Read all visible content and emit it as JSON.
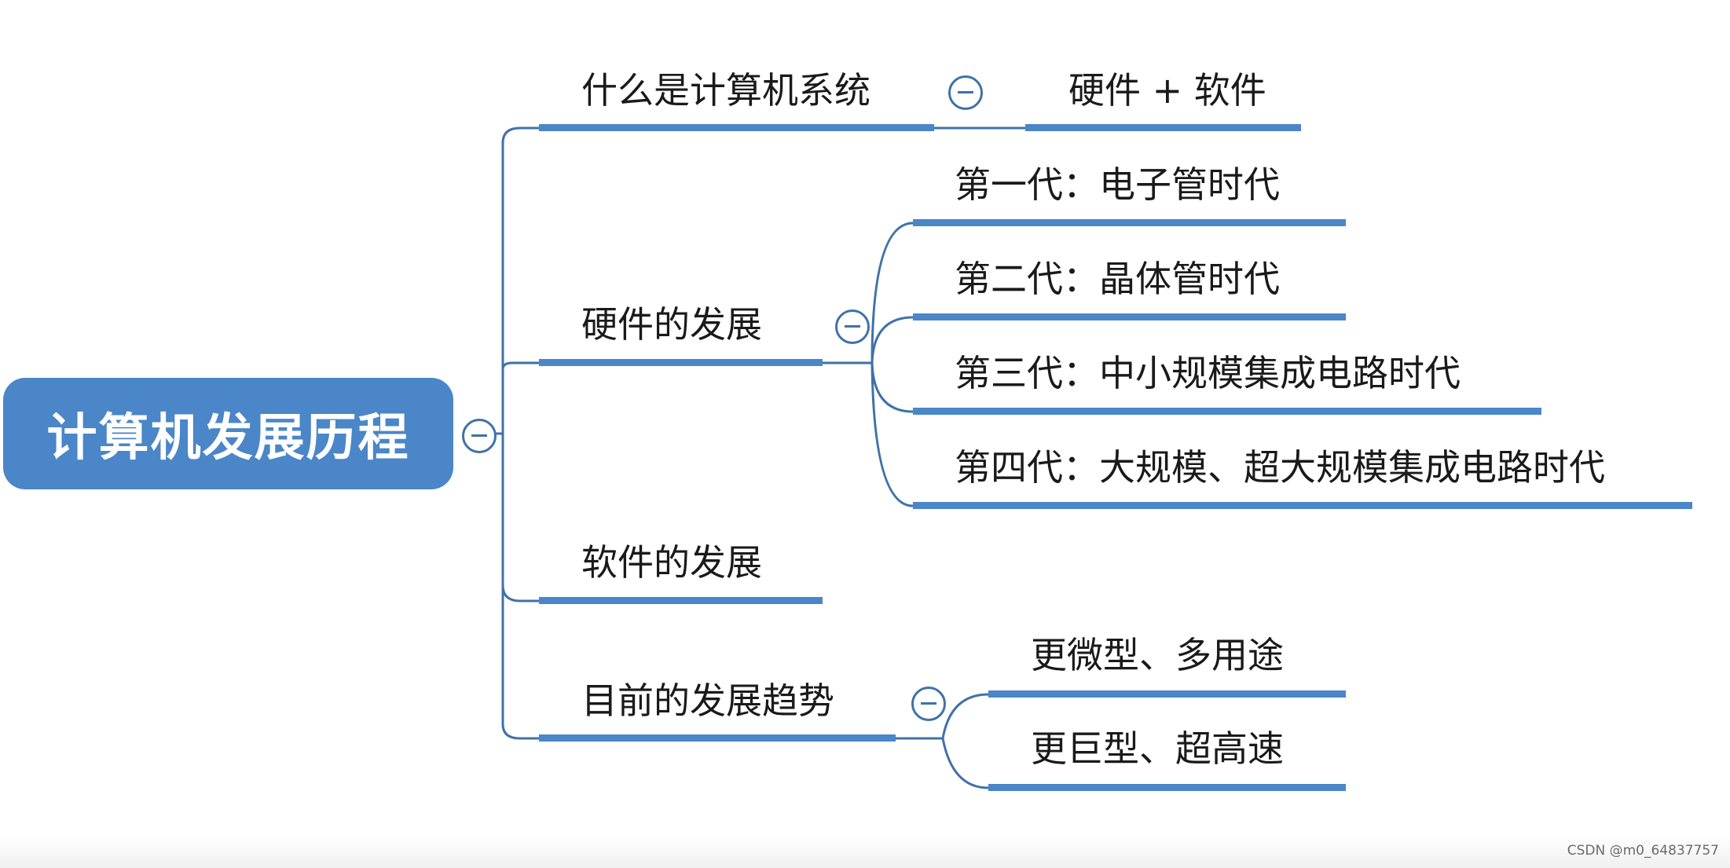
{
  "root": {
    "label": "计算机发展历程"
  },
  "branches": [
    {
      "label": "什么是计算机系统",
      "children": [
        "硬件 + 软件"
      ]
    },
    {
      "label": "硬件的发展",
      "children": [
        "第一代：电子管时代",
        "第二代：晶体管时代",
        "第三代：中小规模集成电路时代",
        "第四代：大规模、超大规模集成电路时代"
      ]
    },
    {
      "label": "软件的发展",
      "children": []
    },
    {
      "label": "目前的发展趋势",
      "children": [
        "更微型、多用途",
        "更巨型、超高速"
      ]
    }
  ],
  "watermark": "CSDN @m0_64837757",
  "colors": {
    "root_fill": "#4a86c8",
    "line": "#3f72a8",
    "text": "#1a1a1a"
  }
}
